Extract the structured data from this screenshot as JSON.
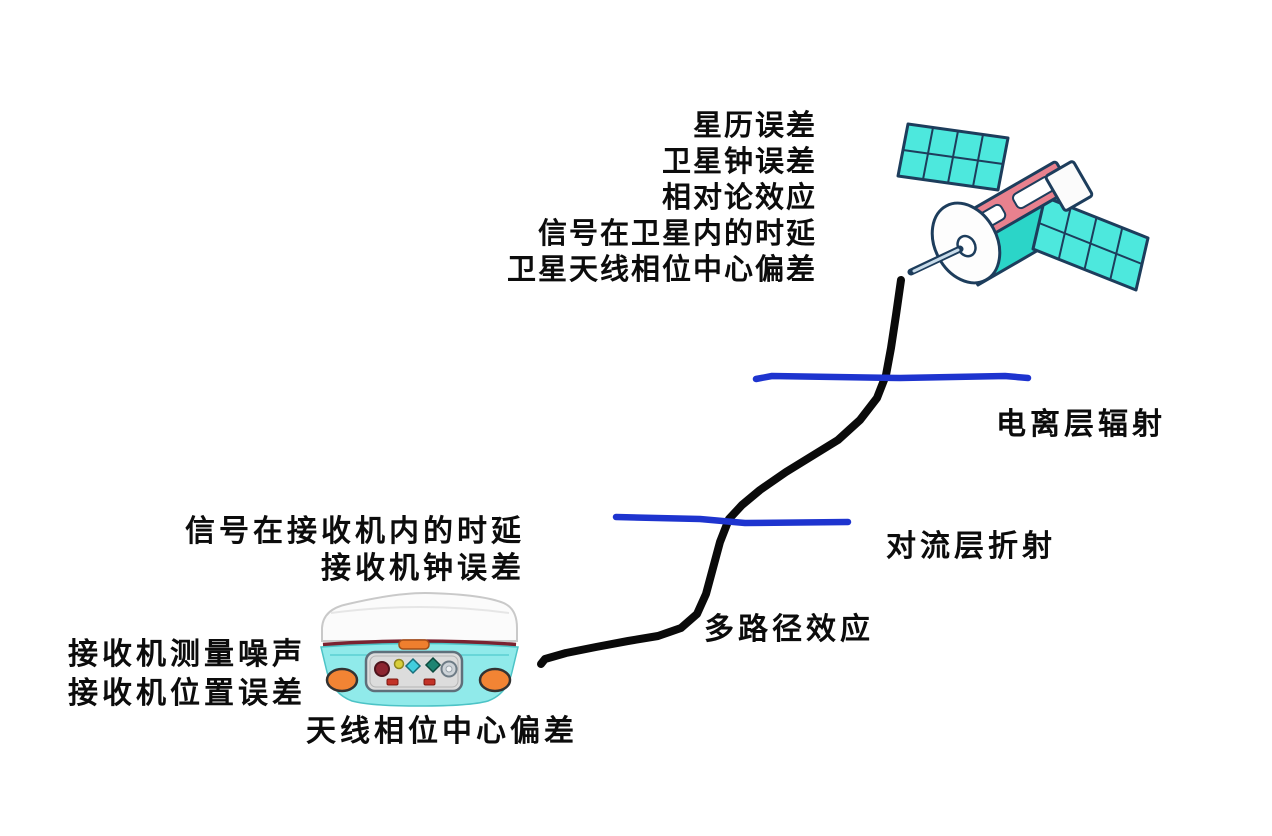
{
  "labels": {
    "satellite_error_lines": [
      "星历误差",
      "卫星钟误差",
      "相对论效应",
      "信号在卫星内的时延",
      "卫星天线相位中心偏差"
    ],
    "ionosphere_label": "电离层辐射",
    "troposphere_label": "对流层折射",
    "multipath_label": "多路径效应",
    "receiver_delay_lines": [
      "信号在接收机内的时延",
      "接收机钟误差"
    ],
    "receiver_noise_lines": [
      "接收机测量噪声",
      "接收机位置误差"
    ],
    "antenna_phase_label": "天线相位中心偏差"
  },
  "icons": {
    "satellite": "satellite-icon",
    "receiver": "gnss-receiver-icon"
  },
  "colors": {
    "background": "#ffffff",
    "text": "#0c0c0c",
    "signal_path": "#0a0a0a",
    "atmosphere_line": "#1e34cf",
    "satellite_cyan": "#4de8dd",
    "satellite_teal": "#2bd5c8",
    "satellite_pink": "#e8818e",
    "receiver_cyan": "#90eaea",
    "receiver_orange": "#f28434",
    "receiver_stripe": "#7a2230"
  }
}
